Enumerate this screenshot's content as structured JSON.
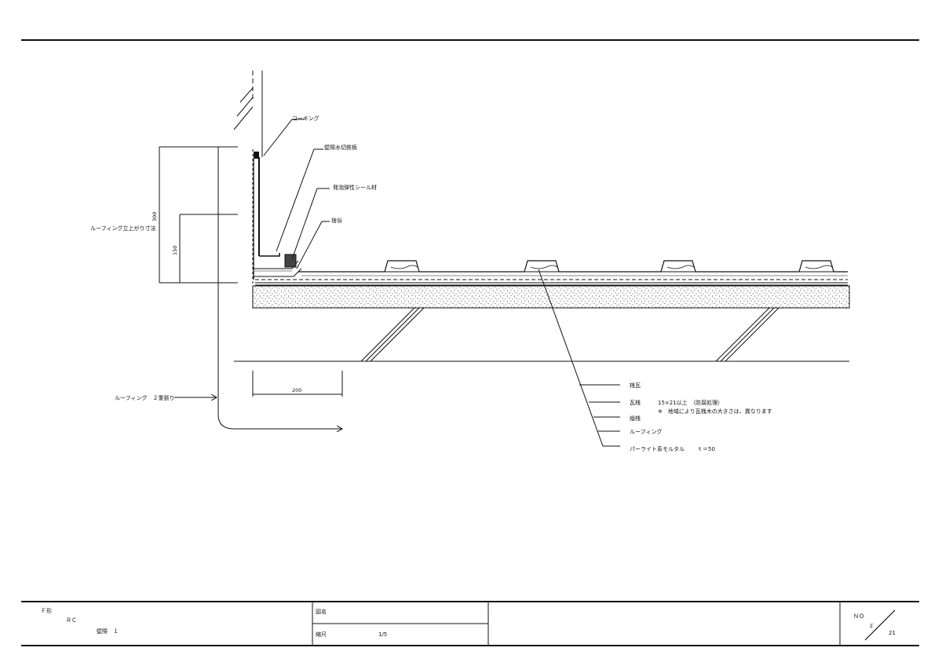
{
  "labels": {
    "caulking": "コーキング",
    "wall_flashing": "壁際水切鉄板",
    "foam_seal": "発泡弾性シール材",
    "fastener": "捨谷",
    "roofing_rise": "ルーフィング立上がり寸法",
    "roofing_double": "ルーフィング　２重張り"
  },
  "dimensions": {
    "rise_total": "300",
    "rise_inner": "150",
    "overlap": "200"
  },
  "legend": {
    "tile": "桟瓦",
    "batten": "瓦桟",
    "batten_spec": "15×21以上　（防腐処理）",
    "batten_note": "※　地域により瓦桟木の大きさは、異なります",
    "counter_batten": "縦桟",
    "roofing": "ルーフィング",
    "mortar": "パーライト系モルタル",
    "mortar_thickness": "ｔ＝50"
  },
  "title_block": {
    "type": "Ｆ形",
    "structure": "ＲＣ",
    "part": "壁際　１",
    "drawing_name_label": "図名",
    "scale_label": "縮尺",
    "scale_value": "1/5",
    "no_label": "ＮＯ",
    "series": "Ｆ",
    "sheet": "21"
  }
}
